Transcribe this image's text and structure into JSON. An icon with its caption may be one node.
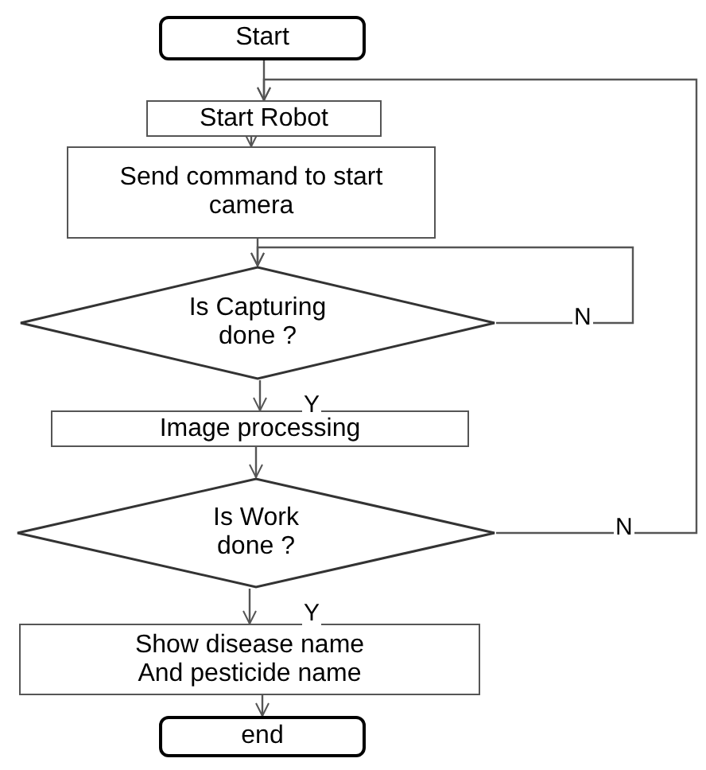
{
  "diagram": {
    "nodes": [
      {
        "text": [
          "Start"
        ]
      },
      {
        "text": [
          "Start Robot"
        ]
      },
      {
        "text": [
          "Send command to start camera"
        ]
      },
      {
        "text": [
          "Is Capturing done ?"
        ]
      },
      {
        "text": [
          "Image processing"
        ]
      },
      {
        "text": [
          "Is Work done ?"
        ]
      },
      {
        "text": [
          "Show disease name And pesticide name"
        ]
      },
      {
        "text": [
          "end"
        ]
      }
    ],
    "edges": [
      {
        "from": 0,
        "to": 1,
        "arrow": "to"
      },
      {
        "from": 1,
        "to": 2,
        "arrow": "to"
      },
      {
        "from": 2,
        "to": 3,
        "arrow": "to"
      },
      {
        "from": 3,
        "to": 4,
        "arrow": "to",
        "label": "Y"
      },
      {
        "from": 4,
        "to": 5,
        "arrow": "to"
      },
      {
        "from": 5,
        "to": 6,
        "arrow": "to",
        "label": "Y"
      },
      {
        "from": 6,
        "to": 7,
        "arrow": "to"
      },
      {
        "from": 3,
        "to": 3,
        "arrow": "to",
        "label": "N"
      },
      {
        "from": 5,
        "to": 1,
        "arrow": "to",
        "label": "N"
      }
    ]
  }
}
